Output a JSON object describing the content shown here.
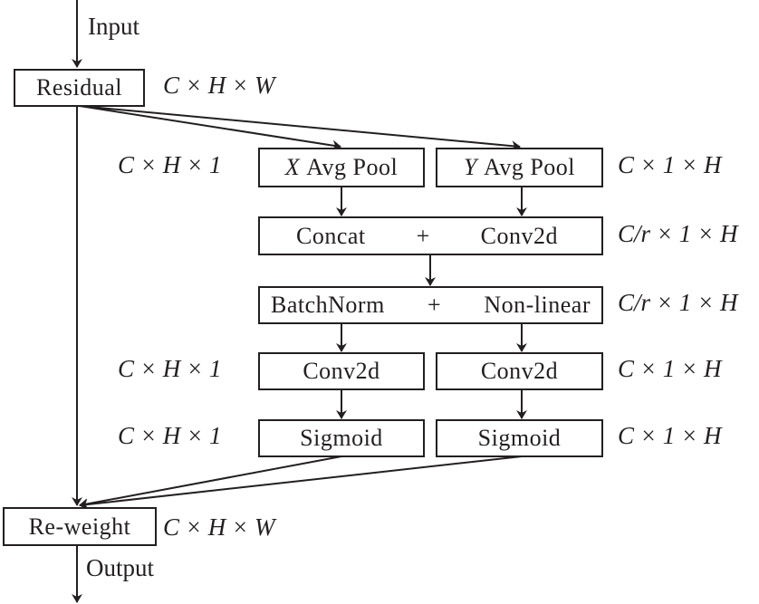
{
  "io": {
    "input": "Input",
    "output": "Output"
  },
  "nodes": {
    "residual": "Residual",
    "x_avg_pool": {
      "axis": "X",
      "label": "Avg Pool"
    },
    "y_avg_pool": {
      "axis": "Y",
      "label": "Avg Pool"
    },
    "concat_conv": {
      "left": "Concat",
      "op": "+",
      "right": "Conv2d"
    },
    "bn_nonlinear": {
      "left": "BatchNorm",
      "op": "+",
      "right": "Non-linear"
    },
    "conv_left": "Conv2d",
    "conv_right": "Conv2d",
    "sigmoid_left": "Sigmoid",
    "sigmoid_right": "Sigmoid",
    "reweight": "Re-weight"
  },
  "dims": {
    "residual": "C × H × W",
    "x_pool": "C × H × 1",
    "y_pool": "C × 1 × H",
    "concat": "C/r × 1 × H",
    "bn": "C/r × 1 × H",
    "conv_left": "C × H × 1",
    "conv_right": "C × 1 × H",
    "sigmoid_left": "C × H × 1",
    "sigmoid_right": "C × 1 × H",
    "reweight": "C × H × W"
  },
  "colors": {
    "stroke": "#231f20",
    "background": "#ffffff"
  }
}
